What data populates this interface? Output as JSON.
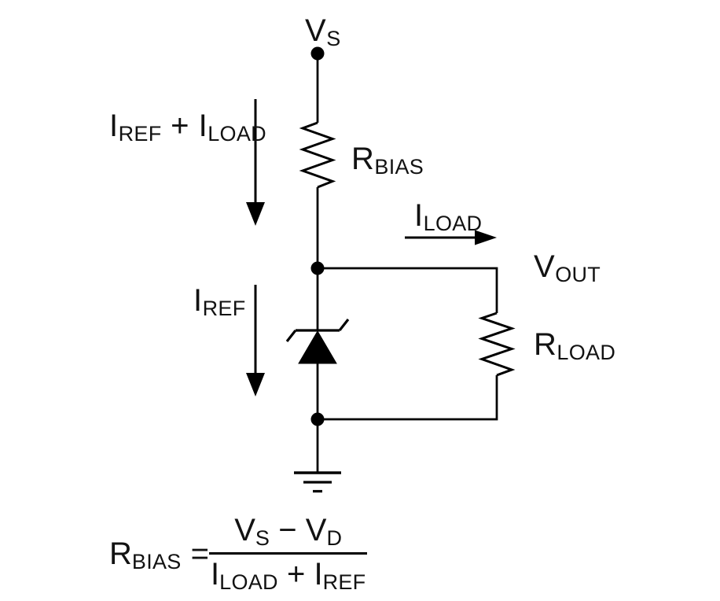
{
  "colors": {
    "ink": "#000000",
    "text": "#121212",
    "background": "#ffffff"
  },
  "labels": {
    "supply": {
      "main": "V",
      "sub": "S"
    },
    "bias_current": {
      "p1": "I",
      "s1": "REF",
      "p2": " + I",
      "s2": "LOAD"
    },
    "bias_resistor": {
      "main": "R",
      "sub": "BIAS"
    },
    "load_current": {
      "main": "I",
      "sub": "LOAD"
    },
    "output": {
      "main": "V",
      "sub": "OUT"
    },
    "ref_current": {
      "main": "I",
      "sub": "REF"
    },
    "load_resistor": {
      "main": "R",
      "sub": "LOAD"
    }
  },
  "formula": {
    "lhs": {
      "main": "R",
      "sub": "BIAS"
    },
    "equals": "=",
    "numerator": {
      "p1": "V",
      "s1": "S",
      "p2": " − V",
      "s2": "D"
    },
    "denominator": {
      "p1": "I",
      "s1": "LOAD",
      "p2": " + I",
      "s2": "REF"
    }
  }
}
